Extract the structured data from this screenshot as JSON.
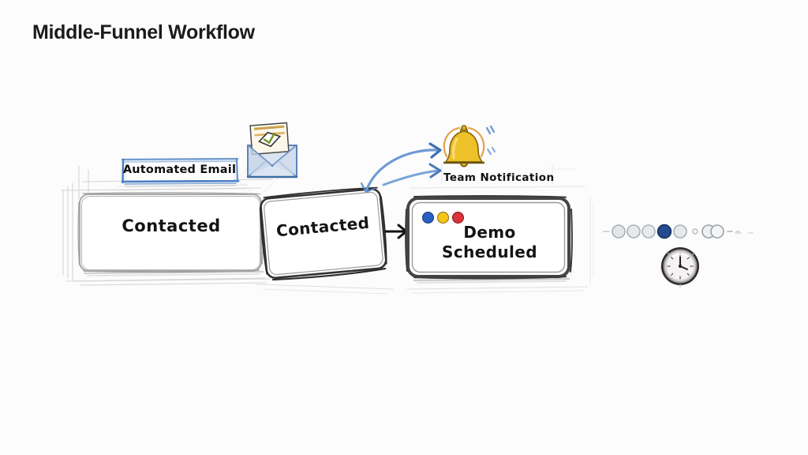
{
  "page": {
    "title": "Middle-Funnel Workflow",
    "background_color": "#fcfcfc",
    "style": "hand-drawn sketch / whiteboard diagram"
  },
  "colors": {
    "title_text": "#1b1b1b",
    "sketch_ink_light": "#9a9a9a",
    "sketch_ink_dark": "#3a3a3a",
    "chip_border_blue": "#4a7fc1",
    "arrow_blue": "#5b8fd0",
    "bell_gold": "#e8b81f",
    "bell_ring_orange": "#e08a30",
    "envelope_blue": "#5c83b8",
    "dot_blue": "#2a5fc4",
    "dot_yellow": "#f2c518",
    "dot_red": "#d8343a",
    "progress_active_blue": "#254a90",
    "progress_inactive_gray": "#b9bfc6",
    "clock_rim": "#2b2b2b",
    "clock_glow_pink": "#d9697c"
  },
  "cards": [
    {
      "id": "contacted-1",
      "label": "Contacted",
      "border_weight": "light",
      "rotation_deg": 0
    },
    {
      "id": "contacted-2",
      "label": "Contacted",
      "border_weight": "medium",
      "rotation_deg": -5.2
    },
    {
      "id": "demo-scheduled",
      "label_line_1": "Demo",
      "label_line_2": "Scheduled",
      "border_weight": "heavy",
      "rotation_deg": 0,
      "window_dots": [
        "#2a5fc4",
        "#f2c518",
        "#d8343a"
      ]
    }
  ],
  "annotations": {
    "automated_email_chip": "Automated Email",
    "team_notification": "Team  Notification"
  },
  "icons": {
    "envelope": "open-envelope-with-letter-and-checkmark",
    "bell": "ringing-bell",
    "clock": "analog-clock",
    "flow_arrow": "right-arrow",
    "curved_arrows": "two-curved-blue-arrows"
  },
  "progress_dots": {
    "count": 5,
    "active_index": 3,
    "active_color": "#254a90",
    "inactive_color": "#b9bfc6"
  }
}
